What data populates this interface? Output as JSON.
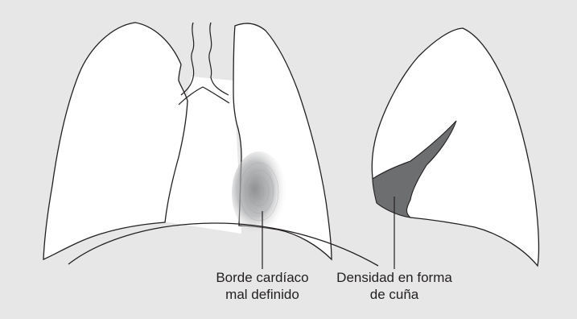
{
  "figure": {
    "background_color": "#e7e7e8",
    "outline_color": "#231f20",
    "lung_fill": "#ffffff",
    "wedge_fill": "#6d6e70",
    "opacity_color": "#8a8b8d"
  },
  "labels": {
    "cardiac_border_line1": "Borde cardíaco",
    "cardiac_border_line2": "mal definido",
    "wedge_density_line1": "Densidad en forma",
    "wedge_density_line2": "de cuña"
  }
}
